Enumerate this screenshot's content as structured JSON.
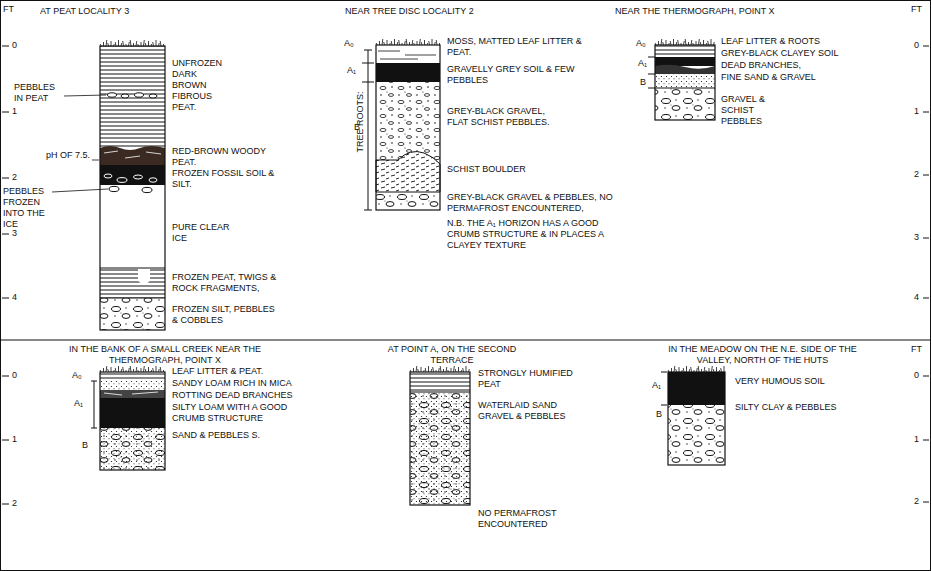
{
  "diagram": {
    "labels": [
      "FT",
      "AT PEAT LOCALITY 3",
      "0",
      "1",
      "2",
      "3",
      "4",
      "PEBBLES IN PEAT",
      "pH OF 7.5.",
      "PEBBLES FROZEN INTO THE ICE",
      "UNFROZEN DARK BROWN FIBROUS PEAT.",
      "RED-BROWN WOODY PEAT.",
      "FROZEN FOSSIL SOIL & SILT.",
      "PURE CLEAR ICE",
      "FROZEN PEAT, TWIGS & ROCK FRAGMENTS,",
      "FROZEN SILT, PEBBLES & COBBLES",
      "NEAR TREE DISC LOCALITY 2",
      "A₀",
      "A₁",
      "B",
      "TREE ROOTS:",
      "MOSS, MATTED LEAF LITTER & PEAT.",
      "GRAVELLY GREY SOIL & FEW PEBBLES",
      "GREY-BLACK GRAVEL, FLAT SCHIST PEBBLES.",
      "SCHIST BOULDER",
      "GREY-BLACK GRAVEL & PEBBLES, NO PERMAFROST ENCOUNTERED,",
      "N.B. THE A₁ HORIZON HAS A GOOD CRUMB STRUCTURE & IN PLACES A CLAYEY TEXTURE",
      "NEAR THE THERMOGRAPH, POINT X",
      "FT",
      "0",
      "1",
      "2",
      "3",
      "4",
      "A₀",
      "A₁",
      "B",
      "LEAF LITTER & ROOTS",
      "GREY-BLACK CLAYEY SOIL",
      "DEAD BRANCHES,",
      "FINE SAND & GRAVEL",
      "GRAVEL & SCHIST PEBBLES",
      "IN THE BANK OF A SMALL CREEK NEAR THE THERMOGRAPH, POINT X",
      "0",
      "1",
      "2",
      "A₀",
      "A₁",
      "B",
      "LEAF LITTER & PEAT.",
      "SANDY LOAM RICH IN MICA",
      "ROTTING DEAD BRANCHES",
      "SILTY LOAM WITH A GOOD CRUMB STRUCTURE",
      "SAND & PEBBLES S.",
      "AT POINT A, ON THE SECOND TERRACE",
      "STRONGLY HUMIFIED PEAT",
      "WATERLAID SAND GRAVEL & PEBBLES",
      "NO PERMAFROST ENCOUNTERED",
      "IN THE MEADOW ON THE N.E. SIDE OF THE VALLEY, NORTH OF THE HUTS",
      "FT",
      "0",
      "1",
      "2",
      "A₁",
      "B",
      "VERY HUMOUS SOIL",
      "SILTY CLAY & PEBBLES"
    ]
  }
}
